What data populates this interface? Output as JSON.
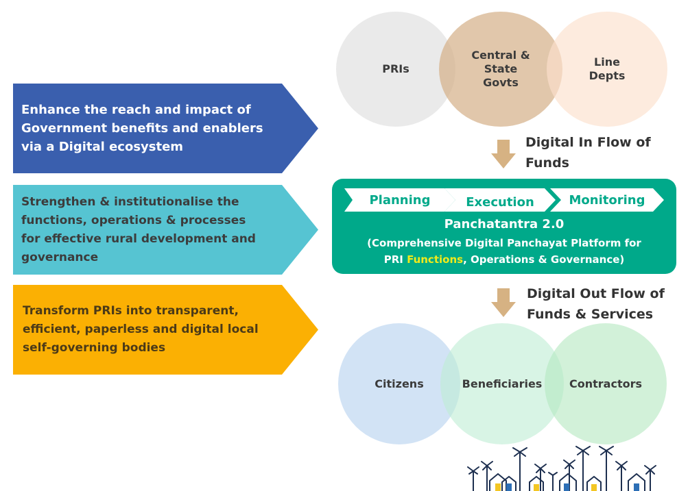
{
  "objectives": [
    {
      "text": "Enhance the reach and impact of\nGovernment  benefits and enablers\nvia a Digital ecosystem",
      "color": "#3a5fae"
    },
    {
      "text": "Strengthen & institutionalise the\nfunctions, operations & processes\nfor effective rural development and\ngovernance",
      "color": "#56c4d2"
    },
    {
      "text": "Transform PRIs into transparent,\nefficient, paperless and digital local\nself-governing bodies",
      "color": "#fbb003"
    }
  ],
  "inflow": {
    "circles": [
      "PRIs",
      "Central &\nState\nGovts",
      "Line\nDepts"
    ],
    "label": "Digital In Flow of\nFunds"
  },
  "platform": {
    "steps": [
      "Planning",
      "Execution",
      "Monitoring"
    ],
    "title": "Panchatantra 2.0",
    "desc_line1": "(Comprehensive Digital Panchayat Platform for",
    "desc_line2_pre": "PRI ",
    "desc_line2_highlight": "Functions",
    "desc_line2_post": ", Operations & Governance)",
    "color": "#00a98a",
    "highlight_color": "#f1ea1a"
  },
  "outflow": {
    "label": "Digital Out Flow of\nFunds & Services",
    "circles": [
      "Citizens",
      "Beneficiaries",
      "Contractors"
    ]
  },
  "icons": {
    "flow_arrow": "down-arrow-icon",
    "village": "village-icon"
  }
}
